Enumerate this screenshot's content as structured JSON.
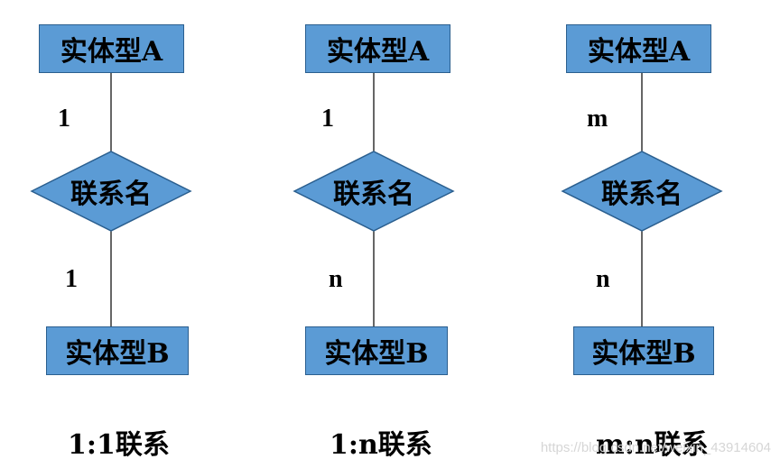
{
  "diagrams": [
    {
      "entity_a": "实体型A",
      "relationship": "联系名",
      "entity_b": "实体型B",
      "card_top": "1",
      "card_bottom": "1",
      "caption": "1:1联系"
    },
    {
      "entity_a": "实体型A",
      "relationship": "联系名",
      "entity_b": "实体型B",
      "card_top": "1",
      "card_bottom": "n",
      "caption": "1:n联系"
    },
    {
      "entity_a": "实体型A",
      "relationship": "联系名",
      "entity_b": "实体型B",
      "card_top": "m",
      "card_bottom": "n",
      "caption": "m:n联系"
    }
  ],
  "watermark": "https://blog.csdn.net/weixin_43914604",
  "colors": {
    "entity_fill": "#5b9bd5",
    "entity_border": "#2b5f8f",
    "line": "#000000"
  }
}
